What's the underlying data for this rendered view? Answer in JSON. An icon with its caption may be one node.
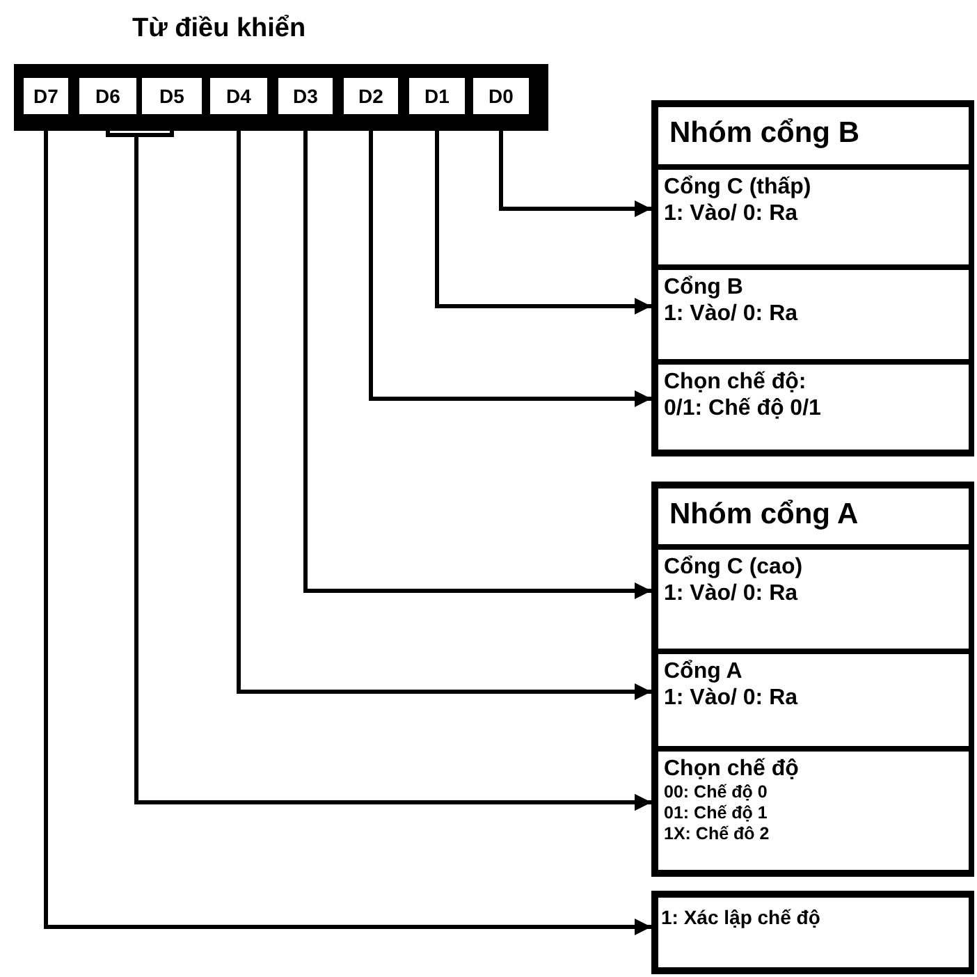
{
  "diagram": {
    "title": "Từ điều khiển",
    "nodes": [
      {
        "text": [
          "D7"
        ]
      },
      {
        "text": [
          "D6"
        ]
      },
      {
        "text": [
          "D5"
        ]
      },
      {
        "text": [
          "D4"
        ]
      },
      {
        "text": [
          "D3"
        ]
      },
      {
        "text": [
          "D2"
        ]
      },
      {
        "text": [
          "D1"
        ]
      },
      {
        "text": [
          "D0"
        ]
      },
      {
        "text": [
          "Nhóm cổng B"
        ]
      },
      {
        "text": [
          "Cổng C (thấp)",
          "1: Vào/ 0: Ra"
        ],
        "in": 8
      },
      {
        "text": [
          "Cổng B",
          "1: Vào/ 0: Ra"
        ],
        "in": 8
      },
      {
        "text": [
          "Chọn chế độ:",
          "0/1: Chế độ 0/1"
        ],
        "in": 8
      },
      {
        "text": [
          "Nhóm cổng A"
        ]
      },
      {
        "text": [
          "Cổng C (cao)",
          "1: Vào/ 0: Ra"
        ],
        "in": 12
      },
      {
        "text": [
          "Cổng A",
          "1: Vào/ 0: Ra"
        ],
        "in": 12
      },
      {
        "text": [
          "Chọn chế độ",
          "00: Chế độ 0",
          "01: Chế độ 1",
          "1X: Chế đô 2"
        ],
        "in": 12
      },
      {
        "text": [
          "1: Xác lập chế độ"
        ]
      }
    ],
    "edges": [
      {
        "from": 7,
        "to": 9,
        "arrow": "to"
      },
      {
        "from": 6,
        "to": 10,
        "arrow": "to"
      },
      {
        "from": 5,
        "to": 11,
        "arrow": "to"
      },
      {
        "from": 4,
        "to": 13,
        "arrow": "to"
      },
      {
        "from": 3,
        "to": 14,
        "arrow": "to"
      },
      {
        "from": 1,
        "to": 15,
        "arrow": "to"
      },
      {
        "from": 2,
        "to": 15,
        "arrow": "to"
      },
      {
        "from": 0,
        "to": 16,
        "arrow": "to"
      }
    ]
  }
}
